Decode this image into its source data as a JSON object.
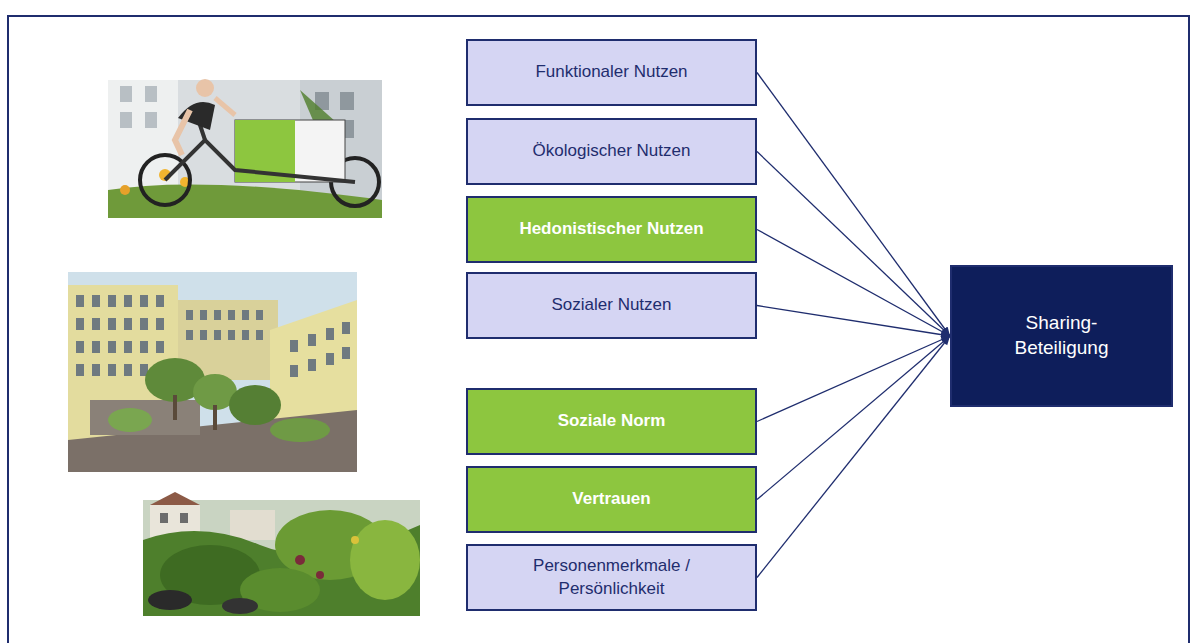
{
  "diagram": {
    "nodes": [
      {
        "text": [
          "Funktionaler Nutzen"
        ]
      },
      {
        "text": [
          "Ökologischer Nutzen"
        ]
      },
      {
        "text": [
          "Hedonistischer Nutzen"
        ]
      },
      {
        "text": [
          "Sozialer Nutzen"
        ]
      },
      {
        "text": [
          "Soziale Norm"
        ]
      },
      {
        "text": [
          "Vertrauen"
        ]
      },
      {
        "text": [
          "Personenmerkmale / Persönlichkeit"
        ]
      },
      {
        "text": [
          "Sharing-Beteiligung"
        ]
      }
    ],
    "edges": [
      {
        "from": 0,
        "to": 7,
        "arrow": "to"
      },
      {
        "from": 1,
        "to": 7,
        "arrow": "to"
      },
      {
        "from": 2,
        "to": 7,
        "arrow": "to"
      },
      {
        "from": 3,
        "to": 7,
        "arrow": "to"
      },
      {
        "from": 4,
        "to": 7,
        "arrow": "to"
      },
      {
        "from": 5,
        "to": 7,
        "arrow": "to"
      },
      {
        "from": 6,
        "to": 7,
        "arrow": "to"
      }
    ]
  }
}
